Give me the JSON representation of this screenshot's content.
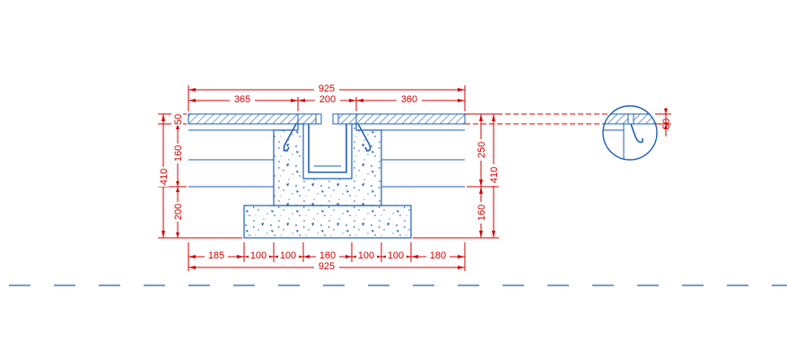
{
  "dimensions": {
    "top_total": "925",
    "top_left": "365",
    "top_mid": "200",
    "top_right": "360",
    "bottom_185": "185",
    "bottom_100a": "100",
    "bottom_100b": "100",
    "bottom_160": "160",
    "bottom_100c": "100",
    "bottom_100d": "100",
    "bottom_180": "180",
    "bottom_total": "925",
    "left_50": "50",
    "left_160": "160",
    "left_200": "200",
    "left_410": "410",
    "right_250": "250",
    "right_160": "160",
    "right_410": "410",
    "detail_50": "50"
  },
  "colors": {
    "dimension": "#d40000",
    "structure": "#1f5fb8",
    "background": "#ffffff"
  }
}
